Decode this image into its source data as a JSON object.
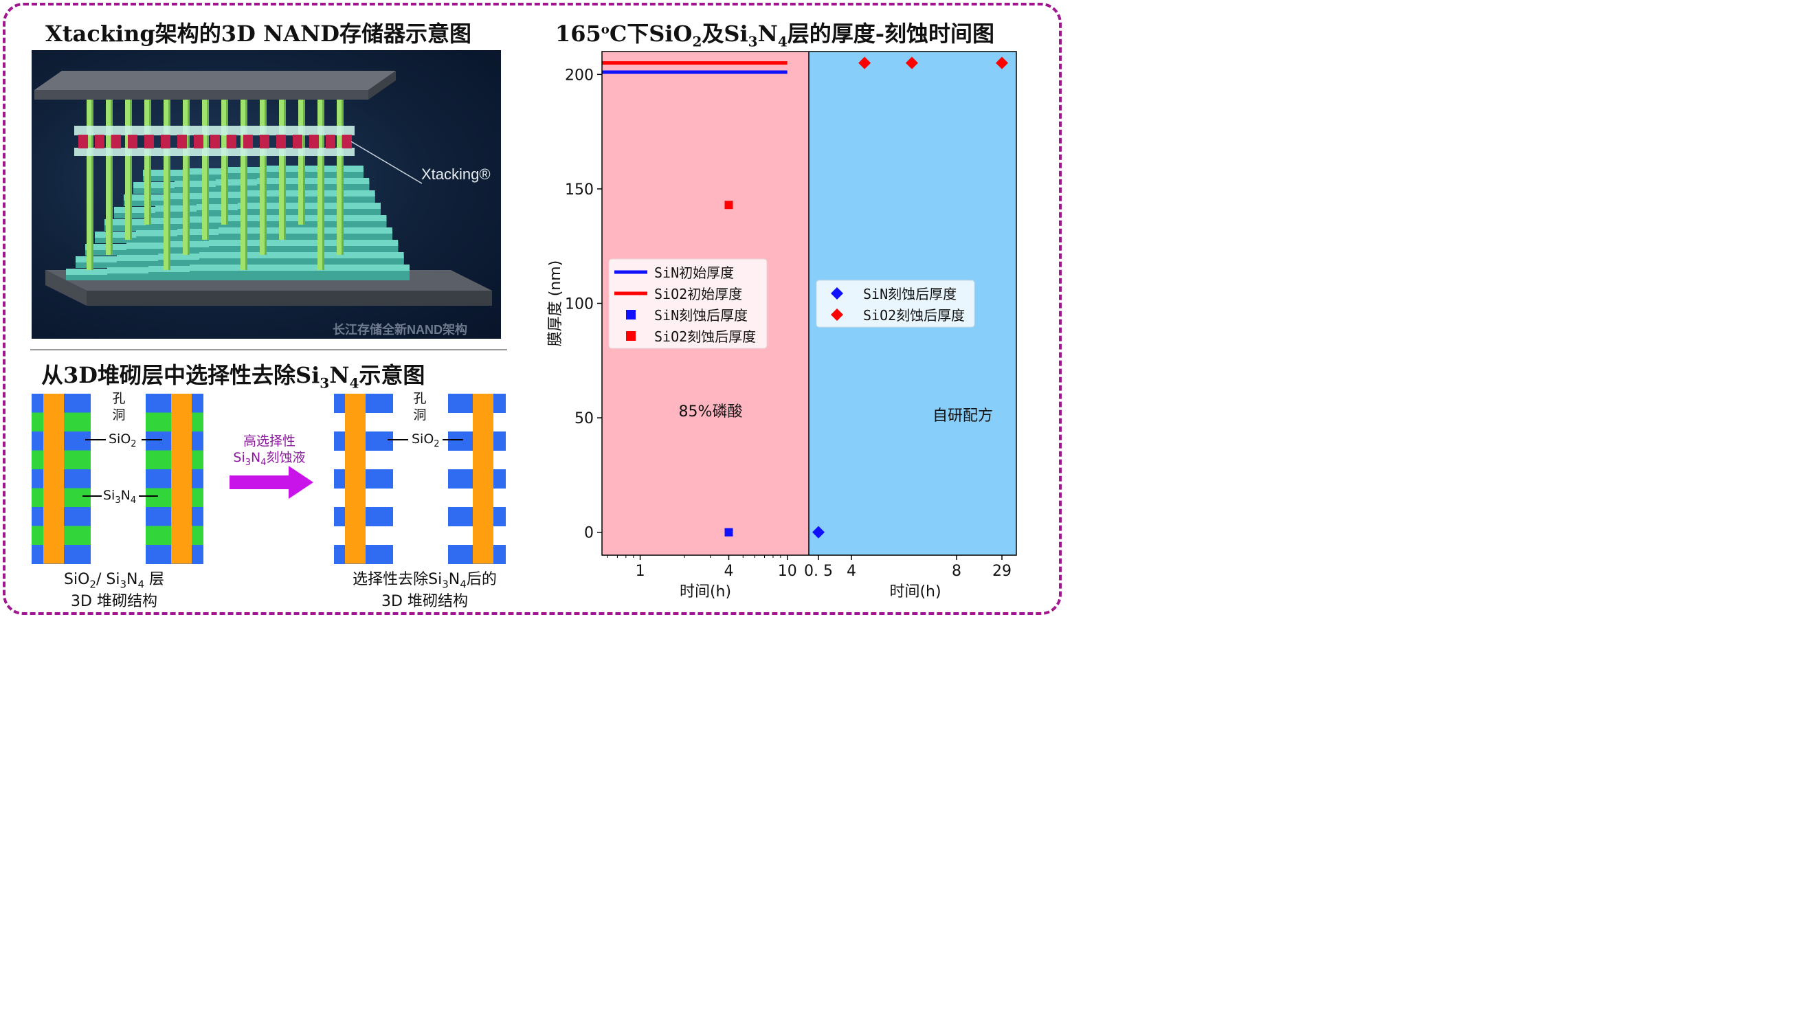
{
  "titles": {
    "xtacking": "Xtacking架构的3D NAND存储器示意图",
    "removal": "从3D堆砌层中选择性去除Si₃N₄示意图",
    "chart": "165°C下SiO₂及Si₃N₄层的厚度-刻蚀时间图"
  },
  "render": {
    "callout": "Xtacking®",
    "watermark": "长江存储全新NAND架构"
  },
  "schematic": {
    "hole_label": "孔洞",
    "sio2_label": "SiO₂",
    "si3n4_label": "Si₃N₄",
    "arrow_label_1": "高选择性",
    "arrow_label_2": "Si₃N₄刻蚀液",
    "left_caption_1": "SiO₂/ Si₃N₄ 层",
    "left_caption_2": "3D 堆砌结构",
    "right_caption_1": "选择性去除Si₃N₄后的",
    "right_caption_2": "3D 堆砌结构",
    "colors": {
      "sio2": "#2f6cf2",
      "si3n4": "#33d63a",
      "pillar": "#ff9e0f"
    }
  },
  "chart_data": {
    "type": "scatter",
    "ylabel": "膜厚度 (nm)",
    "ylim": [
      -10,
      210
    ],
    "yticks": [
      0,
      50,
      100,
      150,
      200
    ],
    "panels": [
      {
        "xlabel": "时间(h)",
        "xscale": "log",
        "xticks": [
          1,
          4,
          10
        ],
        "background": "#ffb6c1",
        "annotation": "85%磷酸",
        "series": [
          {
            "name": "SiN初始厚度",
            "kind": "hline",
            "y": 201,
            "x_from": 0.55,
            "x_to": 10,
            "color": "#1010ff"
          },
          {
            "name": "SiO2初始厚度",
            "kind": "hline",
            "y": 205,
            "x_from": 0.55,
            "x_to": 10,
            "color": "#ff0000"
          },
          {
            "name": "SiN刻蚀后厚度",
            "kind": "square",
            "points": [
              [
                4,
                0
              ]
            ],
            "color": "#1010ff"
          },
          {
            "name": "SiO2刻蚀后厚度",
            "kind": "square",
            "points": [
              [
                4,
                143
              ]
            ],
            "color": "#ff0000"
          }
        ],
        "legend_loc": "center-left"
      },
      {
        "xlabel": "时间(h)",
        "xscale": "mixed",
        "xticks": [
          "0.5",
          "4",
          "8",
          "29"
        ],
        "background": "#87cefa",
        "annotation": "自研配方",
        "series": [
          {
            "name": "SiN刻蚀后厚度",
            "kind": "diamond",
            "points": [
              [
                0.5,
                0
              ]
            ],
            "color": "#1010ff"
          },
          {
            "name": "SiO2刻蚀后厚度",
            "kind": "diamond",
            "points": [
              [
                4.5,
                205
              ],
              [
                6.3,
                205
              ],
              [
                29,
                205
              ]
            ],
            "color": "#ff0000"
          }
        ],
        "legend_loc": "upper-right"
      }
    ]
  }
}
